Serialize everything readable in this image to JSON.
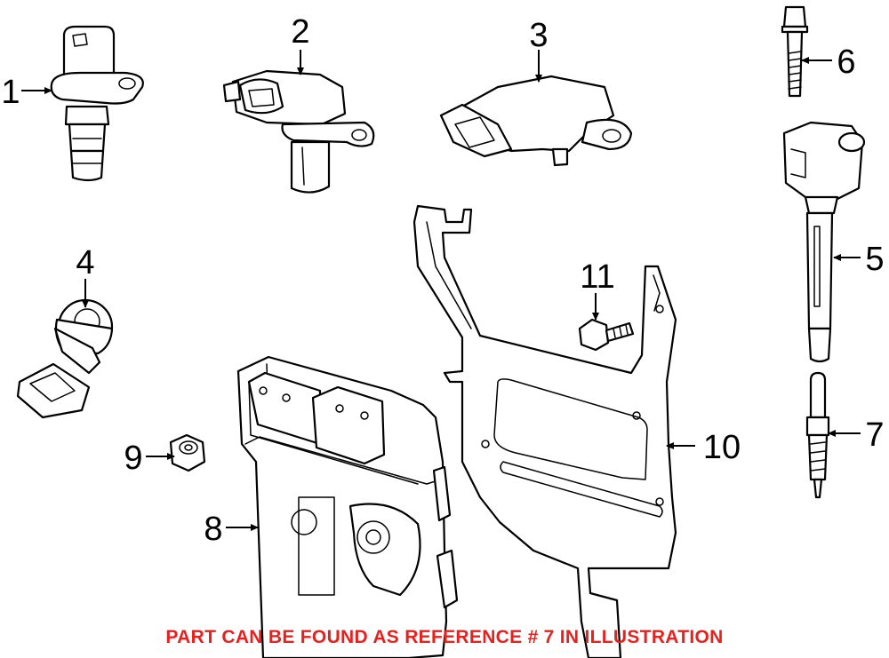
{
  "diagram": {
    "callouts": [
      "1",
      "2",
      "3",
      "4",
      "5",
      "6",
      "7",
      "8",
      "9",
      "10",
      "11"
    ],
    "note": "PART CAN BE FOUND AS REFERENCE # 7 IN ILLUSTRATION",
    "note_color": "#e8201e",
    "line_color": "#000000",
    "background": "#ffffff"
  }
}
